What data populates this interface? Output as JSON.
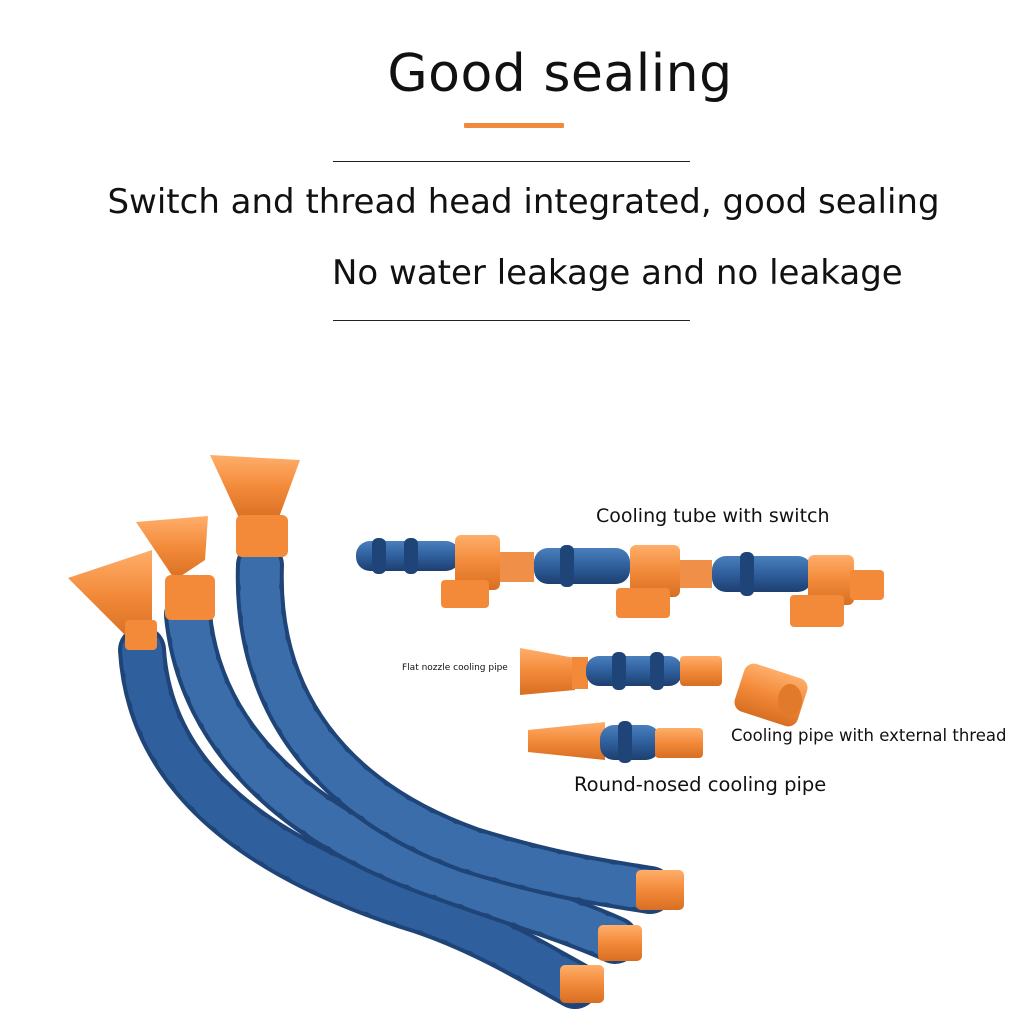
{
  "headline": "Good sealing",
  "lines": {
    "line1": "Switch and thread head integrated, good sealing",
    "line2": "No water leakage and no leakage"
  },
  "labels": {
    "switch_tube": "Cooling tube with switch",
    "flat_nozzle": "Flat nozzle cooling pipe",
    "external_thread": "Cooling pipe with external thread",
    "round_nosed": "Round-nosed cooling pipe"
  },
  "colors": {
    "accent": "#f08a3c",
    "hose_blue": "#2f5f9c",
    "hose_blue_dark": "#1f4478",
    "nozzle_orange": "#f28a3a",
    "text": "#111111"
  }
}
